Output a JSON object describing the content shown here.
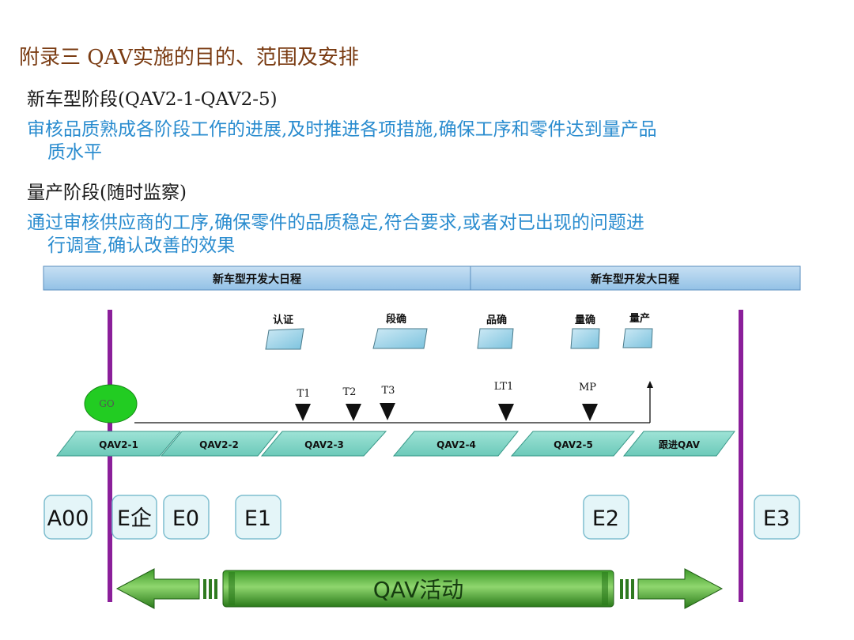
{
  "title": "附录三 QAV实施的目的、范围及安排",
  "section1": {
    "heading": "新车型阶段(QAV2-1-QAV2-5)",
    "text_line1": "审核品质熟成各阶段工作的进展,及时推进各项措施,确保工序和零件达到量产品",
    "text_line2": "质水平"
  },
  "section2": {
    "heading": "量产阶段(随时监察)",
    "text_line1": "通过审核供应商的工序,确保零件的品质稳定,符合要求,或者对已出现的问题进",
    "text_line2": "行调查,确认改善的效果"
  },
  "diagram": {
    "header_left": "新车型开发大日程",
    "header_right": "新车型开发大日程",
    "milestones": [
      "认证",
      "段确",
      "品确",
      "量确",
      "量产"
    ],
    "go_label": "GO",
    "triangles": [
      "T1",
      "T2",
      "T3",
      "LT1",
      "MP"
    ],
    "phases": [
      "QAV2-1",
      "QAV2-2",
      "QAV2-3",
      "QAV2-4",
      "QAV2-5",
      "跟进QAV"
    ],
    "gates": [
      "A00",
      "E企",
      "E0",
      "E1",
      "E2",
      "E3"
    ],
    "arrow_label": "QAV活动",
    "colors": {
      "header": "#a9cdea",
      "phase": "#7fd6c8",
      "gate_fill": "#e4f5f8",
      "gate_stroke": "#7fbecf",
      "go": "#22cc22",
      "purple": "#8b1f9a",
      "arrow_green": "#2f8a1f"
    }
  }
}
